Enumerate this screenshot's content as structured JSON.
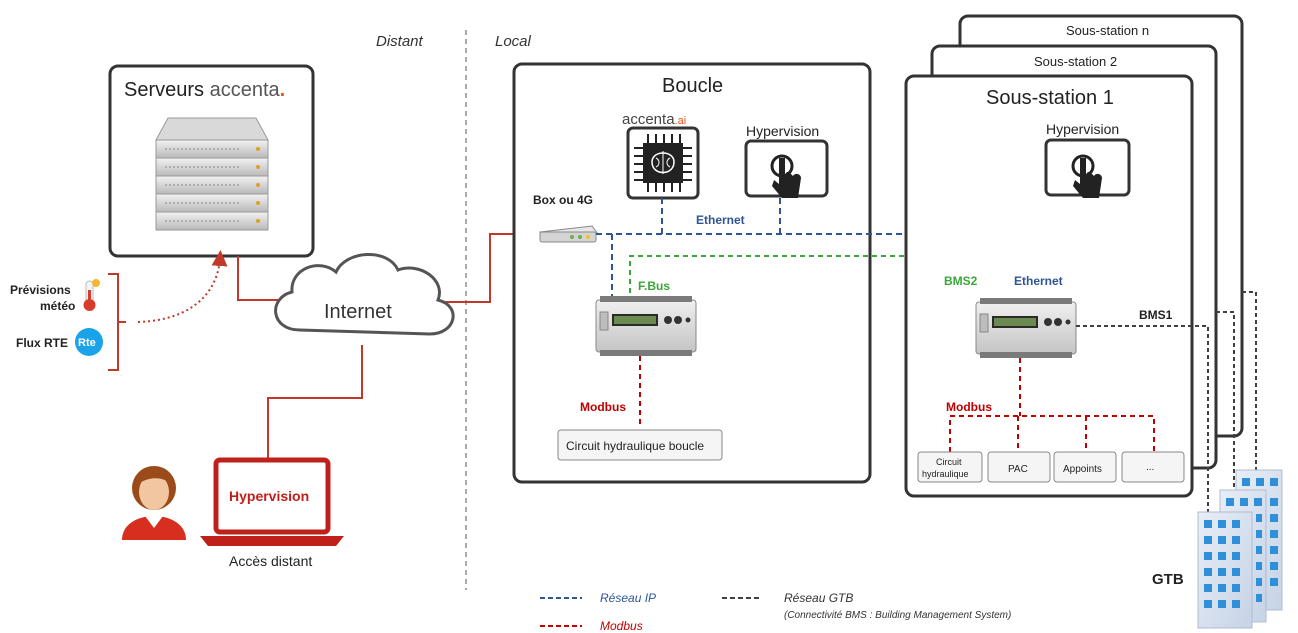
{
  "zones": {
    "distant": "Distant",
    "local": "Local"
  },
  "servers": {
    "title_prefix": "Serveurs",
    "brand": "accenta",
    "brand_dot": "."
  },
  "internet": {
    "label": "Internet"
  },
  "inputs": {
    "meteo_line1": "Prévisions",
    "meteo_line2": "météo",
    "rte": "Flux RTE",
    "rte_logo": "Rte"
  },
  "remote": {
    "screen_label": "Hypervision",
    "caption": "Accès distant"
  },
  "boucle": {
    "title": "Boucle",
    "accenta_logo": "accenta",
    "accenta_suffix": ".ai",
    "hypervision": "Hypervision",
    "router": "Box ou 4G",
    "ethernet": "Ethernet",
    "fbus": "F.Bus",
    "modbus": "Modbus",
    "circuit": "Circuit hydraulique boucle"
  },
  "substations": {
    "back2": "Sous-station n",
    "back1": "Sous-station 2",
    "main": {
      "title": "Sous-station 1",
      "hypervision": "Hypervision",
      "bms2": "BMS2",
      "ethernet": "Ethernet",
      "bms1": "BMS1",
      "modbus": "Modbus",
      "devices": [
        {
          "line1": "Circuit",
          "line2": "hydraulique"
        },
        {
          "line1": "PAC",
          "line2": ""
        },
        {
          "line1": "Appoints",
          "line2": ""
        },
        {
          "line1": "...",
          "line2": ""
        }
      ]
    }
  },
  "gtb": {
    "label": "GTB"
  },
  "legend": {
    "ip": "Réseau IP",
    "modbus": "Modbus",
    "gtb": "Réseau GTB",
    "gtb_detail": "(Connectivité BMS : Building Management System)"
  },
  "colors": {
    "ip": "#2f5597",
    "modbus": "#c00000",
    "gtb": "#404040",
    "fbus": "#3aa63a",
    "red_link": "#c0392b",
    "accent": "#e05a1c",
    "rte_blue": "#1aa3e8"
  }
}
